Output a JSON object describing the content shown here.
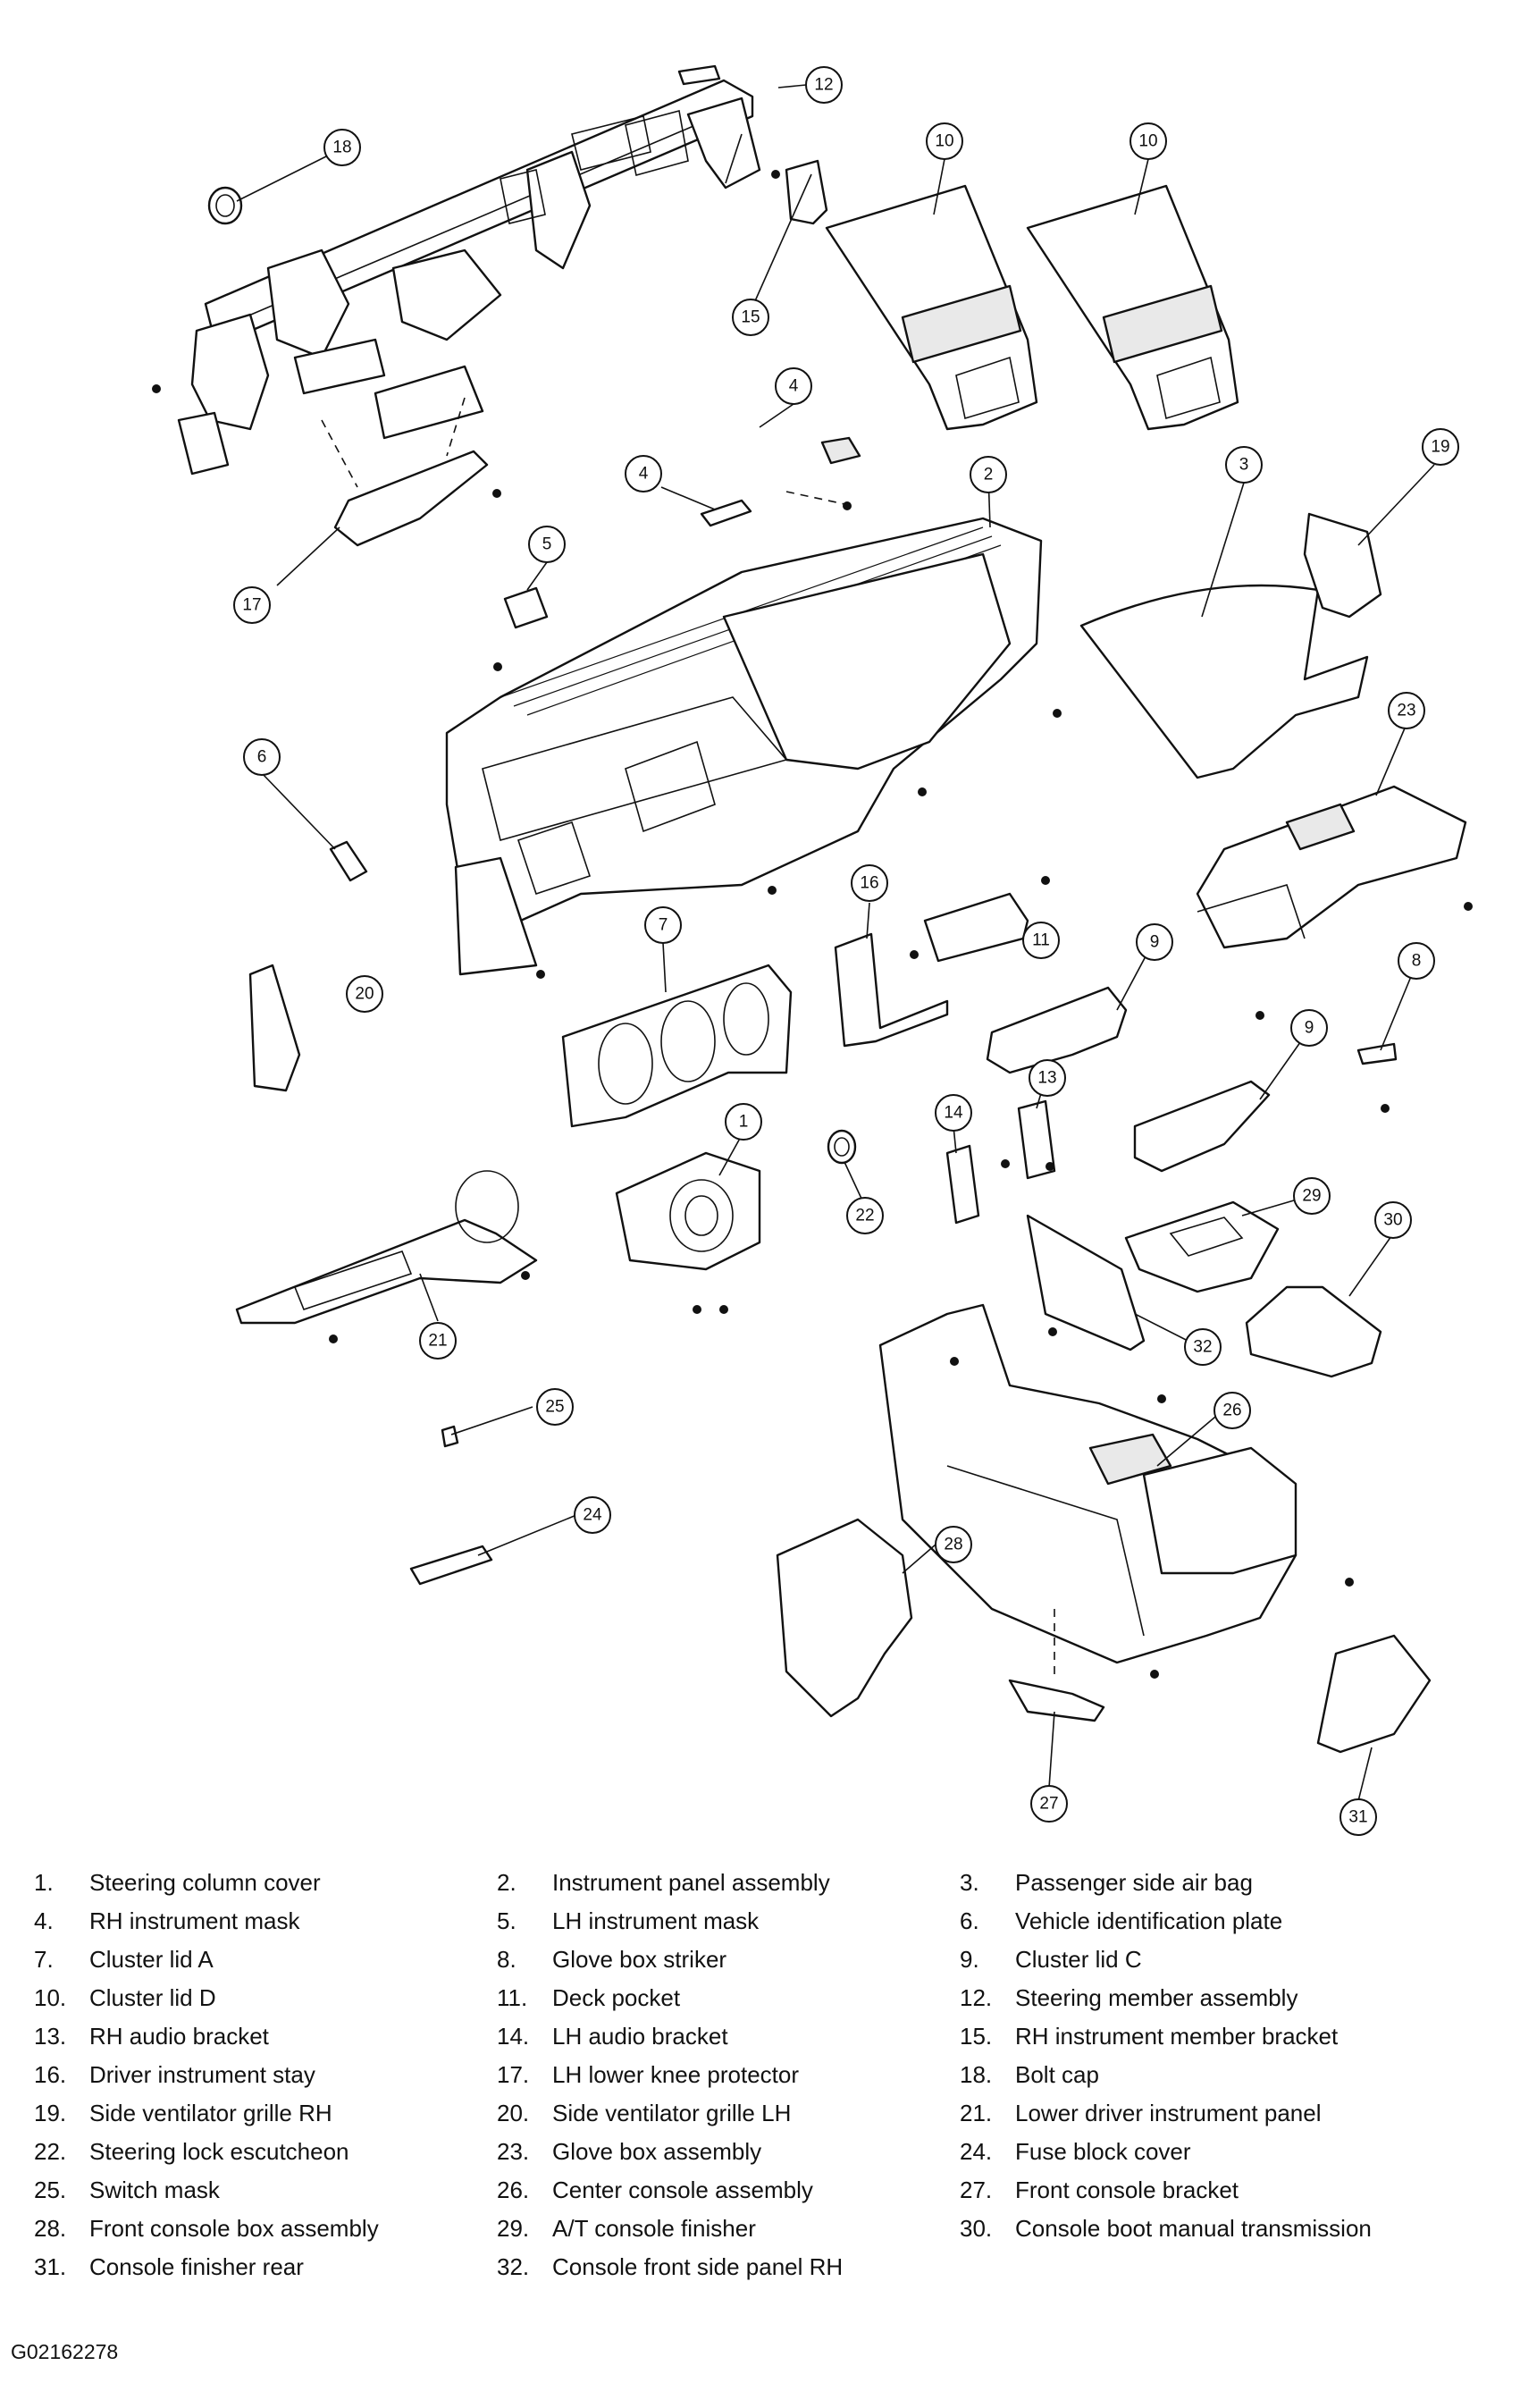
{
  "callout_labels": [
    "1",
    "2",
    "3",
    "4",
    "5",
    "6",
    "7",
    "8",
    "9",
    "10",
    "11",
    "12",
    "13",
    "14",
    "15",
    "16",
    "17",
    "18",
    "19",
    "20",
    "21",
    "22",
    "23",
    "24",
    "25",
    "26",
    "27",
    "28",
    "29",
    "30",
    "31",
    "32"
  ],
  "legend": [
    {
      "num": "1.",
      "label": "Steering column cover"
    },
    {
      "num": "2.",
      "label": "Instrument panel assembly"
    },
    {
      "num": "3.",
      "label": "Passenger side air bag"
    },
    {
      "num": "4.",
      "label": "RH instrument mask"
    },
    {
      "num": "5.",
      "label": "LH instrument mask"
    },
    {
      "num": "6.",
      "label": "Vehicle identification plate"
    },
    {
      "num": "7.",
      "label": "Cluster lid A"
    },
    {
      "num": "8.",
      "label": "Glove box striker"
    },
    {
      "num": "9.",
      "label": "Cluster lid C"
    },
    {
      "num": "10.",
      "label": "Cluster lid D"
    },
    {
      "num": "11.",
      "label": "Deck pocket"
    },
    {
      "num": "12.",
      "label": "Steering member assembly"
    },
    {
      "num": "13.",
      "label": "RH audio bracket"
    },
    {
      "num": "14.",
      "label": "LH audio bracket"
    },
    {
      "num": "15.",
      "label": "RH instrument member bracket"
    },
    {
      "num": "16.",
      "label": "Driver instrument stay"
    },
    {
      "num": "17.",
      "label": "LH lower knee protector"
    },
    {
      "num": "18.",
      "label": "Bolt cap"
    },
    {
      "num": "19.",
      "label": "Side ventilator grille RH"
    },
    {
      "num": "20.",
      "label": "Side ventilator grille LH"
    },
    {
      "num": "21.",
      "label": "Lower driver instrument panel"
    },
    {
      "num": "22.",
      "label": "Steering lock escutcheon"
    },
    {
      "num": "23.",
      "label": "Glove box assembly"
    },
    {
      "num": "24.",
      "label": "Fuse block cover"
    },
    {
      "num": "25.",
      "label": "Switch mask"
    },
    {
      "num": "26.",
      "label": "Center console assembly"
    },
    {
      "num": "27.",
      "label": "Front console bracket"
    },
    {
      "num": "28.",
      "label": "Front console box assembly"
    },
    {
      "num": "29.",
      "label": "A/T console finisher"
    },
    {
      "num": "30.",
      "label": "Console boot manual transmission"
    },
    {
      "num": "31.",
      "label": "Console finisher rear"
    },
    {
      "num": "32.",
      "label": "Console front side panel RH"
    }
  ],
  "figure_code": "G02162278"
}
